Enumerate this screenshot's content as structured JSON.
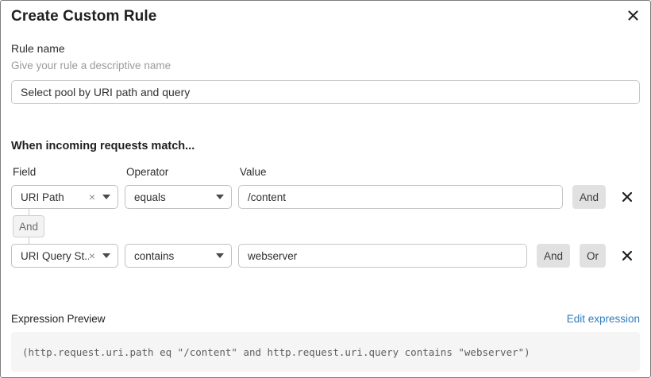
{
  "dialog": {
    "title": "Create Custom Rule"
  },
  "rule_name": {
    "label": "Rule name",
    "helper": "Give your rule a descriptive name",
    "value": "Select pool by URI path and query"
  },
  "match_section": {
    "heading": "When incoming requests match...",
    "columns": {
      "field": "Field",
      "operator": "Operator",
      "value": "Value"
    },
    "rows": [
      {
        "field": "URI Path",
        "operator": "equals",
        "value": "/content",
        "buttons": [
          "And"
        ]
      },
      {
        "field": "URI Query St...",
        "operator": "contains",
        "value": "webserver",
        "buttons": [
          "And",
          "Or"
        ]
      }
    ],
    "connector": "And"
  },
  "expression": {
    "label": "Expression Preview",
    "edit_link": "Edit expression",
    "code": "(http.request.uri.path eq \"/content\" and http.request.uri.query contains \"webserver\")"
  },
  "icons": {
    "clear": "×"
  },
  "colors": {
    "link_blue": "#2e7cbe",
    "button_gray": "#e1e1e1",
    "code_bg": "#f5f5f5",
    "border_gray": "#c6c6c6"
  }
}
